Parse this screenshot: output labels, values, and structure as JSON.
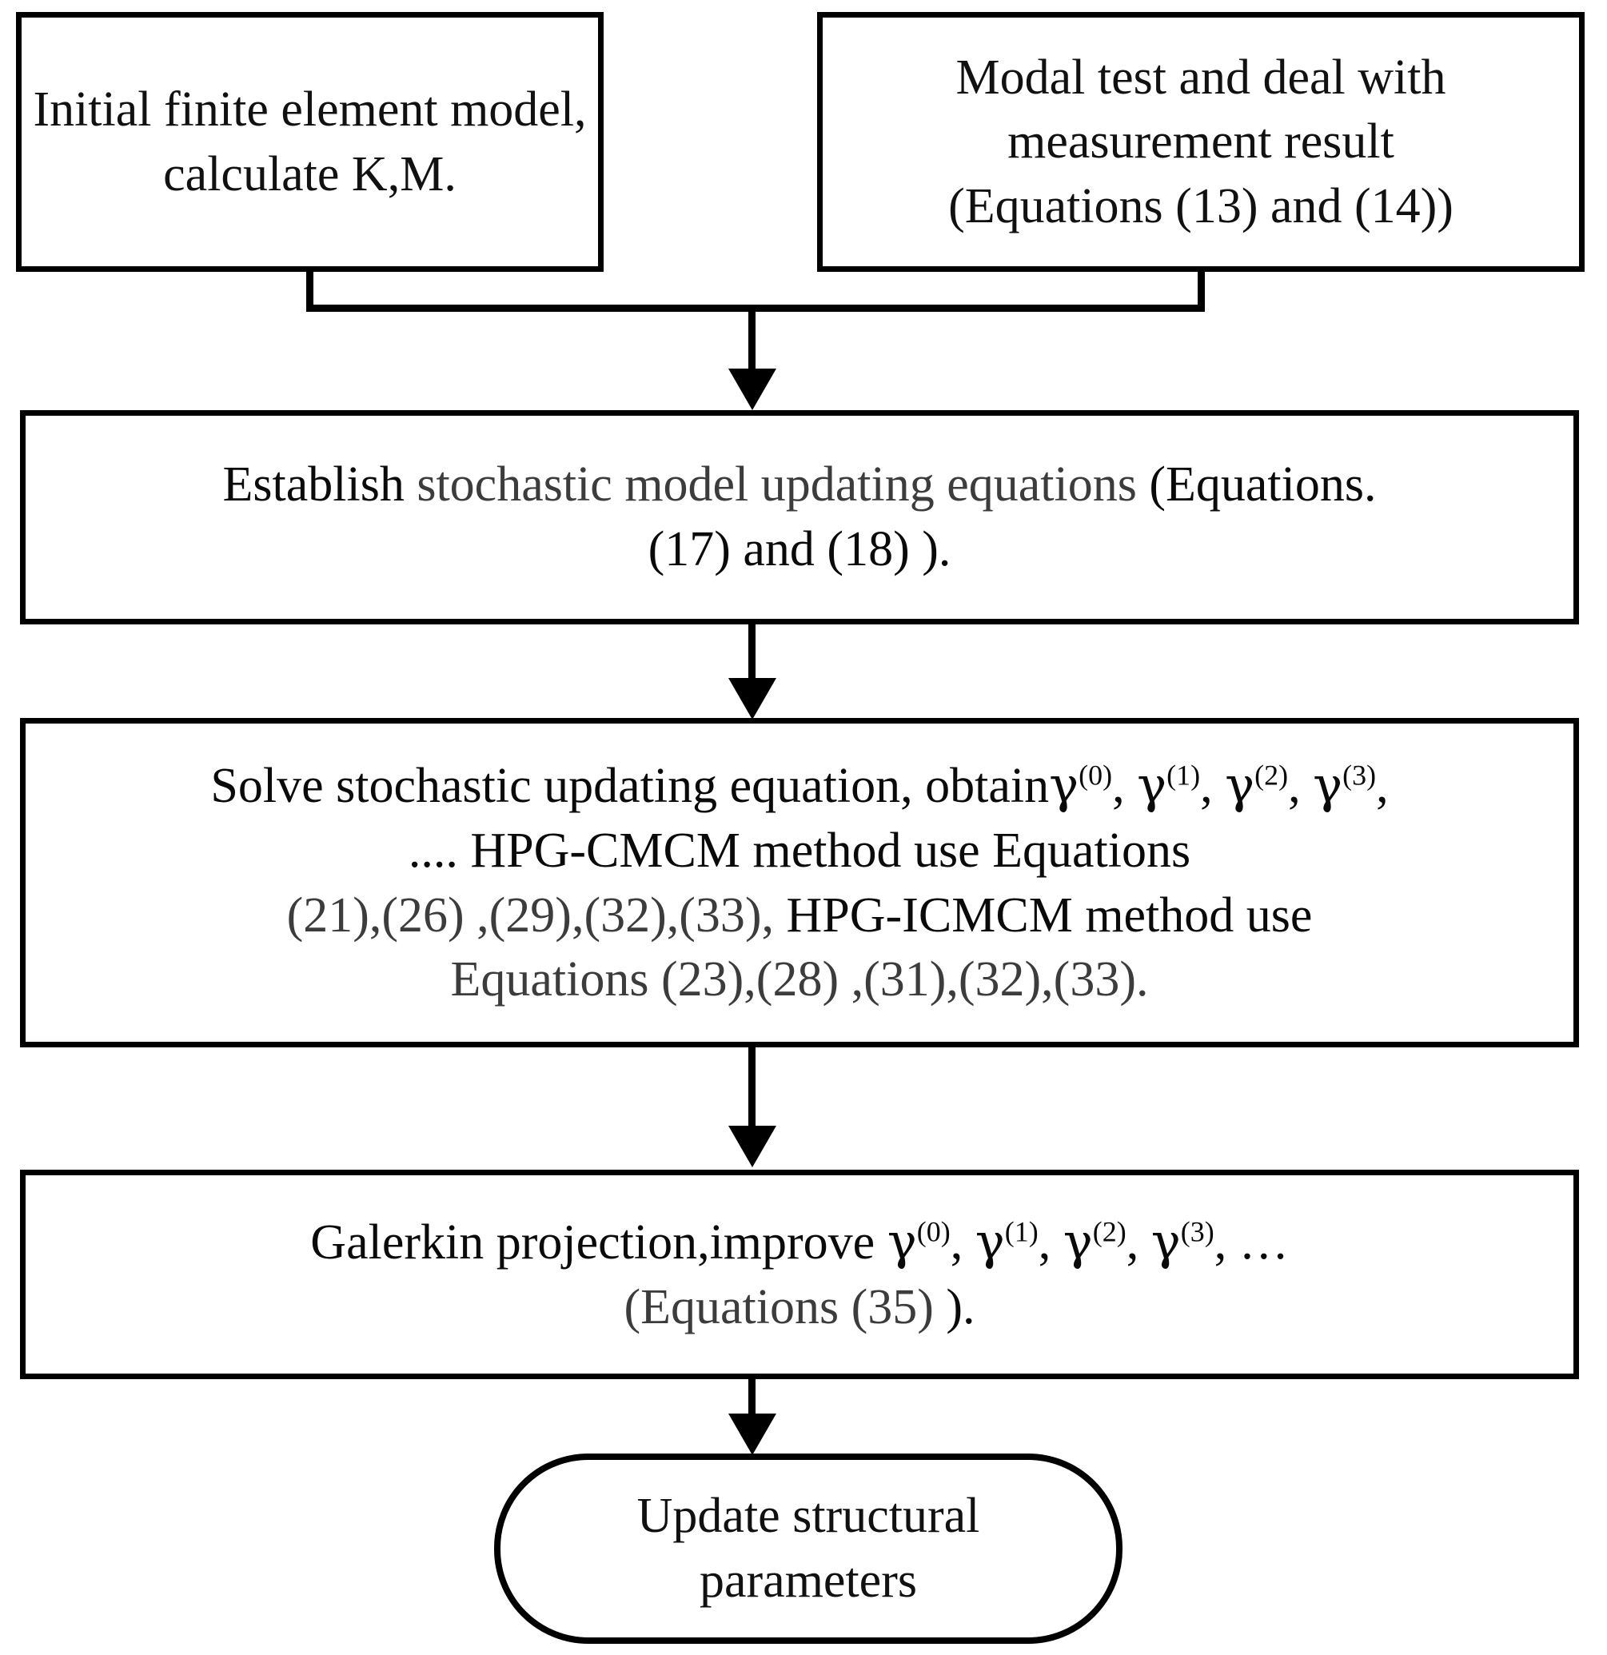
{
  "diagram": {
    "title": "Stochastic model updating flowchart",
    "background_color": "#ffffff",
    "line_color": "#000000",
    "text_color_black": "#0a0a0a",
    "text_color_gray": "#3c3c3c"
  },
  "nodes": {
    "initial_model": {
      "shape": "rectangle",
      "line1": "Initial finite element model,",
      "line2": "calculate K,M."
    },
    "modal_test": {
      "shape": "rectangle",
      "line1": "Modal test and deal with",
      "line2": "measurement result",
      "line3": "(Equations (13) and (14))"
    },
    "establish_equations": {
      "shape": "rectangle",
      "seg_black_1": "Establish ",
      "seg_gray_1": "stochastic model updating equations ",
      "seg_black_2": "(Equations.",
      "line2_gray": "(17) and (18) )."
    },
    "solve_equation": {
      "shape": "rectangle",
      "line1_prefix": "Solve stochastic updating equation, obtain",
      "gamma": "γ",
      "sup0": "(0)",
      "sup1": "(1)",
      "sup2": "(2)",
      "sup3": "(3)",
      "comma": ", ",
      "trailing_comma": ",",
      "line2": ".... HPG-CMCM method use Equations",
      "line3_gray": "(21),(26) ,(29),(32),(33), ",
      "line3_black": "HPG-ICMCM method use",
      "line4_black": "Equations ",
      "line4_gray": "(23),(28) ,(31),(32),(33)."
    },
    "galerkin": {
      "shape": "rectangle",
      "line1_prefix": "Galerkin projection,improve ",
      "gamma": "γ",
      "sup0": "(0)",
      "sup1": "(1)",
      "sup2": "(2)",
      "sup3": "(3)",
      "comma": ", ",
      "ellipsis": ", …",
      "line2_gray": "(Equations (35) ",
      "line2_black": ")."
    },
    "update_parameters": {
      "shape": "rounded-rectangle",
      "line1": "Update structural",
      "line2": "parameters"
    }
  },
  "connectors": [
    {
      "name": "merge-initial-and-modal-to-establish",
      "type": "merge-arrow",
      "direction": "down"
    },
    {
      "name": "establish-to-solve",
      "type": "arrow",
      "direction": "down"
    },
    {
      "name": "solve-to-galerkin",
      "type": "arrow",
      "direction": "down"
    },
    {
      "name": "galerkin-to-update",
      "type": "arrow",
      "direction": "down"
    }
  ]
}
